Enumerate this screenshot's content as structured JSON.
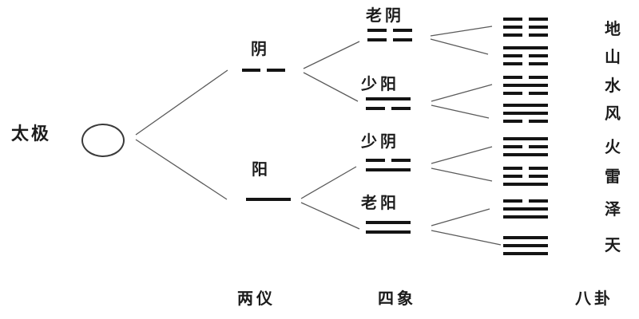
{
  "taiji": {
    "label": "太极",
    "symbol": "circle"
  },
  "liangyi": {
    "caption": "两仪",
    "items": [
      {
        "name": "yin",
        "label": "阴",
        "lines": [
          "broken"
        ]
      },
      {
        "name": "yang",
        "label": "阳",
        "lines": [
          "solid"
        ]
      }
    ]
  },
  "sixiang": {
    "caption": "四象",
    "items": [
      {
        "name": "laoyin",
        "label": "老阴",
        "lines": [
          "broken",
          "broken"
        ]
      },
      {
        "name": "shaoyang",
        "label": "少阳",
        "lines": [
          "solid",
          "broken"
        ]
      },
      {
        "name": "shaoyin",
        "label": "少阴",
        "lines": [
          "broken",
          "solid"
        ]
      },
      {
        "name": "laoyang",
        "label": "老阳",
        "lines": [
          "solid",
          "solid"
        ]
      }
    ]
  },
  "bagua": {
    "caption": "八卦",
    "items": [
      {
        "name": "kun-earth",
        "label": "地",
        "lines": [
          "broken",
          "broken",
          "broken"
        ]
      },
      {
        "name": "gen-mountain",
        "label": "山",
        "lines": [
          "solid",
          "broken",
          "broken"
        ]
      },
      {
        "name": "kan-water",
        "label": "水",
        "lines": [
          "broken",
          "solid",
          "broken"
        ]
      },
      {
        "name": "xun-wind",
        "label": "风",
        "lines": [
          "solid",
          "solid",
          "broken"
        ]
      },
      {
        "name": "li-fire",
        "label": "火",
        "lines": [
          "solid",
          "broken",
          "solid"
        ]
      },
      {
        "name": "zhen-thunder",
        "label": "雷",
        "lines": [
          "broken",
          "broken",
          "solid"
        ]
      },
      {
        "name": "dui-lake",
        "label": "泽",
        "lines": [
          "broken",
          "solid",
          "solid"
        ]
      },
      {
        "name": "qian-heaven",
        "label": "天",
        "lines": [
          "solid",
          "solid",
          "solid"
        ]
      }
    ]
  },
  "edges": [
    [
      "taiji",
      "yin"
    ],
    [
      "taiji",
      "yang"
    ],
    [
      "yin",
      "laoyin"
    ],
    [
      "yin",
      "shaoyang"
    ],
    [
      "yang",
      "shaoyin"
    ],
    [
      "yang",
      "laoyang"
    ],
    [
      "laoyin",
      "kun-earth"
    ],
    [
      "laoyin",
      "gen-mountain"
    ],
    [
      "shaoyang",
      "kan-water"
    ],
    [
      "shaoyang",
      "xun-wind"
    ],
    [
      "shaoyin",
      "li-fire"
    ],
    [
      "shaoyin",
      "zhen-thunder"
    ],
    [
      "laoyang",
      "dui-lake"
    ],
    [
      "laoyang",
      "qian-heaven"
    ]
  ],
  "colors": {
    "background": "#ffffff",
    "symbol": "#141414",
    "text": "#1c1c1c",
    "connector": "#5a5a5a",
    "circle_outline": "#3a3a3a"
  }
}
